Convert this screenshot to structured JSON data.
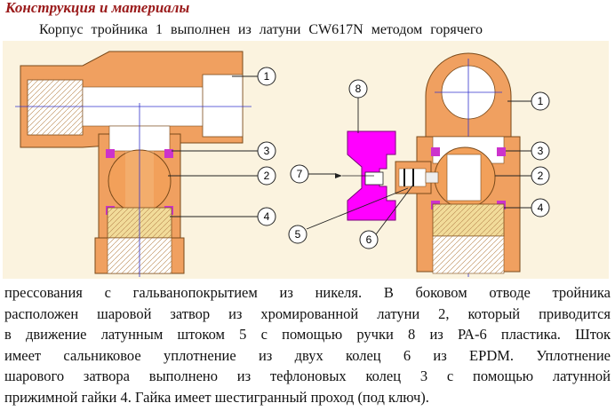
{
  "title": "Конструкция и материалы",
  "intro_line": "Корпус тройника  1 выполнен из латуни CW617N методом горячего",
  "callouts": {
    "left": [
      "1",
      "3",
      "2",
      "4"
    ],
    "right": [
      "8",
      "1",
      "3",
      "7",
      "2",
      "4",
      "5",
      "6"
    ]
  },
  "paragraph_lines": [
    "прессования с гальванопокрытием из никеля. В  боковом отводе тройника",
    "расположен шаровой затвор из хромированной латуни 2, который приводится",
    "в движение латунным штоком 5 с помощью ручки 8 из РА-6 пластика. Шток",
    "имеет сальниковое уплотнение из двух колец 6 из EPDM. Уплотнение",
    "шарового затвора выполнено из  тефлоновых колец 3 с помощью  латунной",
    "прижимной гайки 4. Гайка имеет  шестигранный проход (под ключ)."
  ],
  "colors": {
    "title": "#9a1a1a",
    "panel_bg": "#fbf3df",
    "brass": "#f0a060",
    "ball": "#f2a05a",
    "seal": "#cc33cc",
    "handle": "#ff00ff",
    "nut": "#f2dc9a",
    "axis": "#3333cc"
  }
}
